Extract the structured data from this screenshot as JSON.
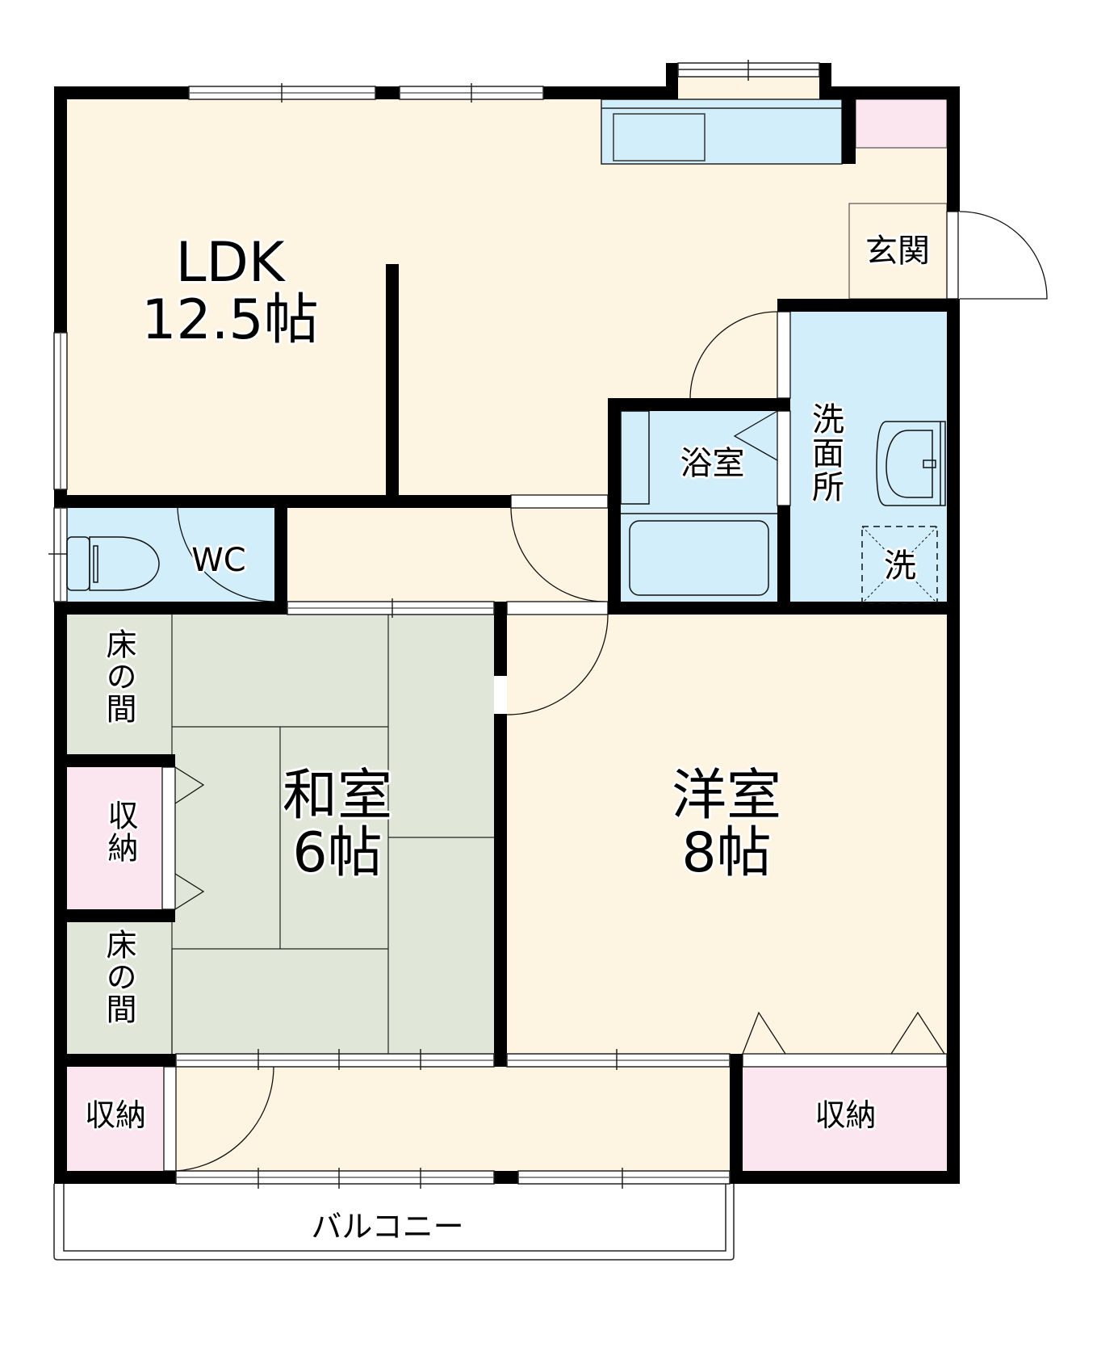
{
  "floorplan": {
    "colors": {
      "living_floor": "#fdf5e2",
      "wet_area": "#d2eefa",
      "storage": "#fbe6ef",
      "tatami": "#e0e6d8",
      "wall": "#000000",
      "background": "#ffffff"
    },
    "rooms": {
      "ldk": {
        "name": "LDK",
        "size": "12.5帖"
      },
      "entrance": {
        "name": "玄関"
      },
      "bath": {
        "name": "浴室"
      },
      "washroom": {
        "name": "洗面所"
      },
      "washer": {
        "name": "洗"
      },
      "wc": {
        "name": "WC"
      },
      "washitsu": {
        "name": "和室",
        "size": "6帖"
      },
      "tokonoma_upper": {
        "name": "床の間"
      },
      "tokonoma_lower": {
        "name": "床の間"
      },
      "closet_left_mid": {
        "name": "収納"
      },
      "closet_left_bottom": {
        "name": "収納"
      },
      "youshitsu": {
        "name": "洋室",
        "size": "8帖"
      },
      "closet_right_bottom": {
        "name": "収納"
      },
      "balcony": {
        "name": "バルコニー"
      }
    }
  }
}
